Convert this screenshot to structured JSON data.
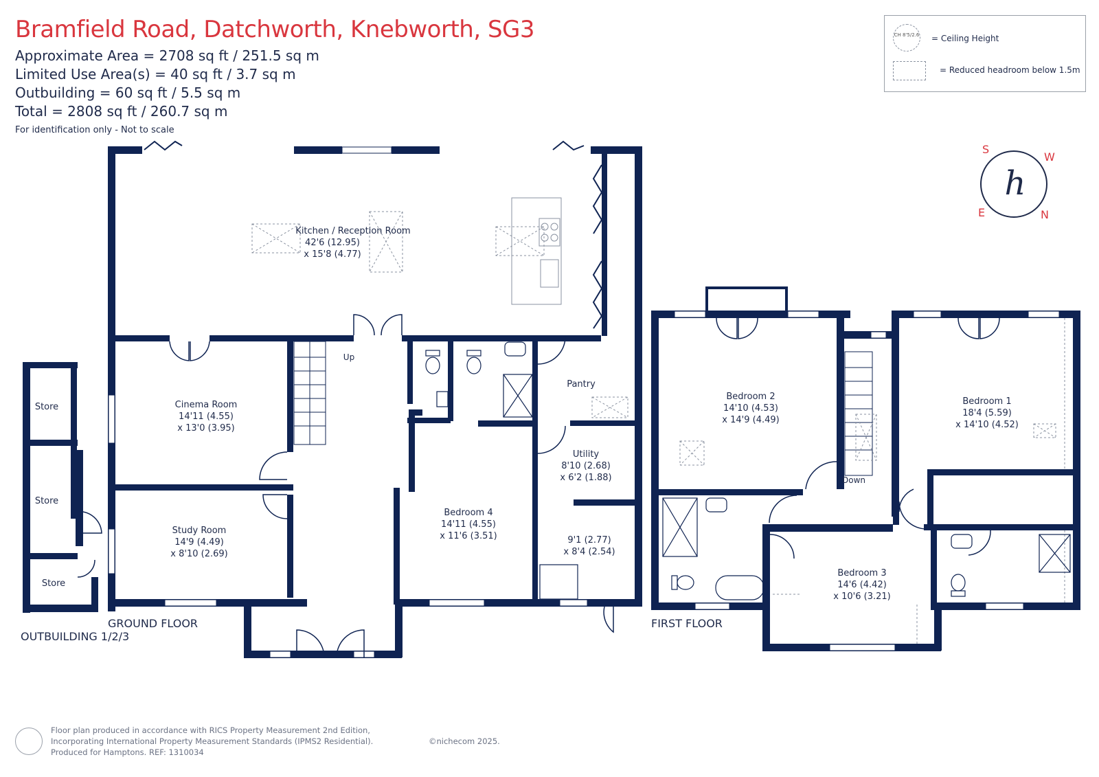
{
  "header": {
    "title": "Bramfield Road, Datchworth, Knebworth, SG3",
    "stats": [
      "Approximate Area = 2708 sq ft / 251.5 sq m",
      "Limited Use Area(s) = 40 sq ft / 3.7 sq m",
      "Outbuilding = 60 sq ft / 5.5 sq m",
      "Total = 2808 sq ft / 260.7 sq m"
    ],
    "note": "For identification only - Not to scale"
  },
  "legend": {
    "ch_symbol": "CH 8'5/2.6",
    "ch_label": "= Ceiling Height",
    "rh_label": "= Reduced headroom below 1.5m"
  },
  "floors": {
    "ground": "GROUND FLOOR",
    "outbuilding": "OUTBUILDING 1/2/3",
    "first": "FIRST FLOOR"
  },
  "rooms": {
    "kitchen": {
      "name": "Kitchen / Reception Room",
      "dim1": "42'6 (12.95)",
      "dim2": "x 15'8 (4.77)"
    },
    "cinema": {
      "name": "Cinema Room",
      "dim1": "14'11 (4.55)",
      "dim2": "x 13'0 (3.95)"
    },
    "study": {
      "name": "Study Room",
      "dim1": "14'9 (4.49)",
      "dim2": "x 8'10 (2.69)"
    },
    "bedroom4": {
      "name": "Bedroom 4",
      "dim1": "14'11 (4.55)",
      "dim2": "x 11'6 (3.51)"
    },
    "pantry": {
      "name": "Pantry"
    },
    "utility": {
      "name": "Utility",
      "dim1": "8'10 (2.68)",
      "dim2": "x 6'2 (1.88)"
    },
    "garage": {
      "dim1": "9'1 (2.77)",
      "dim2": "x 8'4 (2.54)"
    },
    "bedroom2": {
      "name": "Bedroom 2",
      "dim1": "14'10 (4.53)",
      "dim2": "x 14'9 (4.49)"
    },
    "bedroom1": {
      "name": "Bedroom 1",
      "dim1": "18'4 (5.59)",
      "dim2": "x 14'10 (4.52)"
    },
    "bedroom3": {
      "name": "Bedroom 3",
      "dim1": "14'6 (4.42)",
      "dim2": "x 10'6 (3.21)"
    },
    "store_labels": [
      "Store",
      "Store",
      "Store"
    ],
    "stair_up": "Up",
    "stair_down": "Down"
  },
  "compass": {
    "letters": [
      "S",
      "W",
      "N",
      "E"
    ],
    "monogram": "h"
  },
  "footer": {
    "lines": [
      "Floor plan produced in accordance with RICS Property Measurement 2nd Edition,",
      "Incorporating International Property Measurement Standards (IPMS2 Residential).",
      "Produced for Hamptons.   REF: 1310034"
    ],
    "copyright": "©nichecom 2025."
  },
  "colors": {
    "wall": "#0f2352",
    "title": "#d9363e",
    "text": "#1f2a4a",
    "fixture": "#8a92a0"
  }
}
